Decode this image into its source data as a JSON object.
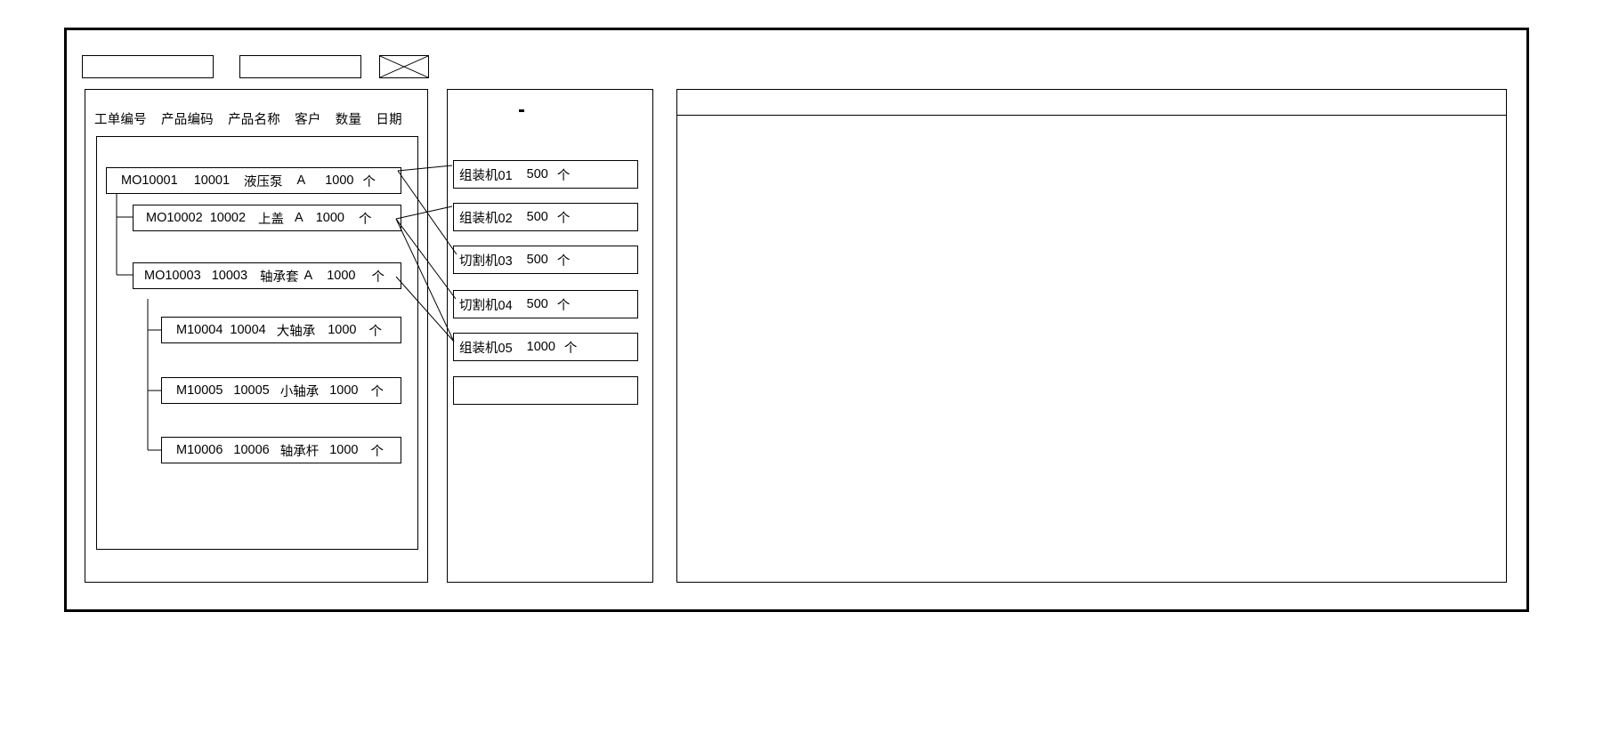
{
  "window": {
    "title": ""
  },
  "toolbar": {
    "fields": [
      {
        "name": "toolbar-field-1",
        "value": "",
        "placeholder": ""
      },
      {
        "name": "toolbar-field-2",
        "value": "",
        "placeholder": ""
      }
    ],
    "cross_button_label": ""
  },
  "left_panel": {
    "columns": [
      "工单编号",
      "产品编码",
      "产品名称",
      "客户",
      "数量",
      "日期"
    ],
    "tree": [
      {
        "level": 0,
        "work_order": "MO10001",
        "product_code": "10001",
        "product_name": "液压泵",
        "customer": "A",
        "quantity": "1000",
        "unit": "个",
        "date": ""
      },
      {
        "level": 1,
        "work_order": "MO10002",
        "product_code": "10002",
        "product_name": "上盖",
        "customer": "A",
        "quantity": "1000",
        "unit": "个",
        "date": ""
      },
      {
        "level": 1,
        "work_order": "MO10003",
        "product_code": "10003",
        "product_name": "轴承套",
        "customer": "A",
        "quantity": "1000",
        "unit": "个",
        "date": ""
      },
      {
        "level": 2,
        "work_order": "M10004",
        "product_code": "10004",
        "product_name": "大轴承",
        "customer": "",
        "quantity": "1000",
        "unit": "个",
        "date": ""
      },
      {
        "level": 2,
        "work_order": "M10005",
        "product_code": "10005",
        "product_name": "小轴承",
        "customer": "",
        "quantity": "1000",
        "unit": "个",
        "date": ""
      },
      {
        "level": 2,
        "work_order": "M10006",
        "product_code": "10006",
        "product_name": "轴承杆",
        "customer": "",
        "quantity": "1000",
        "unit": "个",
        "date": ""
      }
    ]
  },
  "middle_panel": {
    "marker": "-",
    "machines": [
      {
        "name": "组装机01",
        "quantity": "500",
        "unit": "个"
      },
      {
        "name": "组装机02",
        "quantity": "500",
        "unit": "个"
      },
      {
        "name": "切割机03",
        "quantity": "500",
        "unit": "个"
      },
      {
        "name": "切割机04",
        "quantity": "500",
        "unit": "个"
      },
      {
        "name": "组装机05",
        "quantity": "1000",
        "unit": "个"
      }
    ],
    "empty_slot": ""
  },
  "right_panel": {
    "header": "",
    "body": ""
  },
  "colors": {
    "frame": "#000000",
    "line": "#000000",
    "background": "#ffffff",
    "text": "#000000"
  }
}
